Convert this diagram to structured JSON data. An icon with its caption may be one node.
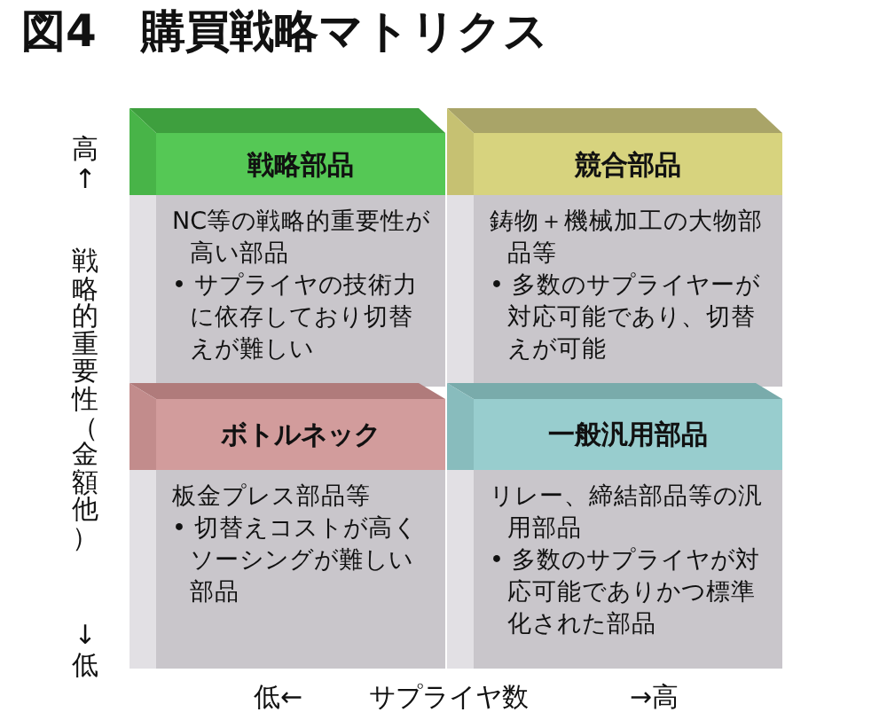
{
  "diagram": {
    "title": "図4　購買戦略マトリクス",
    "nodes": [
      {
        "text": [
          "戦略部品",
          "NC等の戦略的重要性が高い部品",
          "• サプライヤの技術力に依存しており切替えが難しい"
        ]
      },
      {
        "text": [
          "競合部品",
          "鋳物＋機械加工の大物部品等",
          "• 多数のサプライヤーが対応可能であり、切替えが可能"
        ]
      },
      {
        "text": [
          "ボトルネック",
          "板金プレス部品等",
          "• 切替えコストが高くソーシングが難しい部品"
        ]
      },
      {
        "text": [
          "一般汎用部品",
          "リレー、締結部品等の汎用部品",
          "• 多数のサプライヤが対応可能でありかつ標準化された部品"
        ]
      }
    ],
    "labels": [
      "高↑",
      "戦略的重要性（金額他）",
      "↓低",
      "低←",
      "サプライヤ数",
      "→高"
    ]
  }
}
